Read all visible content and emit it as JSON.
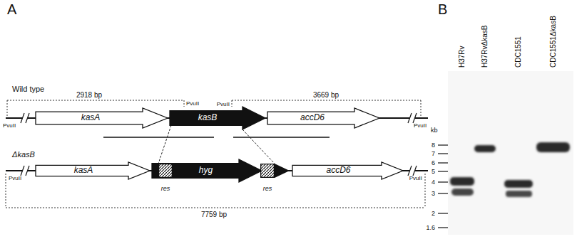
{
  "diagram": {
    "nodes": [
      {
        "text": [
          "kasA"
        ]
      },
      {
        "text": [
          "kasB"
        ]
      },
      {
        "text": [
          "accD6"
        ]
      },
      {
        "text": [
          "kasA"
        ]
      },
      {
        "text": [
          "hyg"
        ]
      },
      {
        "text": [
          "res"
        ]
      },
      {
        "text": [
          "res"
        ]
      },
      {
        "text": [
          "accD6"
        ]
      }
    ],
    "edges": [
      {
        "from": 1,
        "to": 5,
        "arrow": "none"
      },
      {
        "from": 1,
        "to": 6,
        "arrow": "none"
      }
    ],
    "labels": [
      "A",
      "B",
      "Wild type",
      "2918 bp",
      "3669 bp",
      "PvuII",
      "PvuII",
      "PvuII",
      "PvuII",
      "ΔkasB",
      "PvuII",
      "PvuII",
      "7759 bp",
      "H37Rv",
      "H37RvΔkasB",
      "CDC1551",
      "CDC1551ΔkasB",
      "kb",
      "8",
      "7",
      "6",
      "5",
      "4",
      "3",
      "2",
      "1.6"
    ]
  }
}
